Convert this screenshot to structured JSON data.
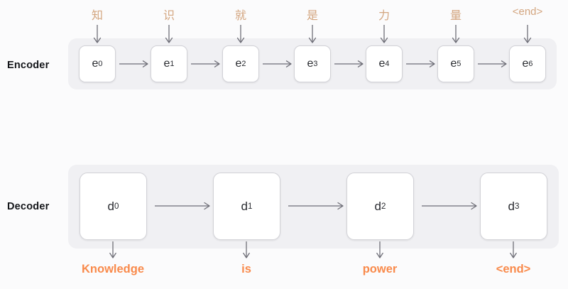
{
  "diagram": {
    "title": "Encoder-Decoder sequence diagram",
    "colors": {
      "background": "#fbfbfc",
      "band": "#f0f0f3",
      "cell_fill": "#ffffff",
      "cell_border": "#d2d2d7",
      "source_token_text": "#d3a57f",
      "output_token_text": "#f98a4b",
      "arrow": "#6e6e77",
      "row_label_text": "#14161a"
    }
  },
  "encoder": {
    "label": "Encoder",
    "source_tokens": [
      "知",
      "识",
      "就",
      "是",
      "力",
      "量",
      "<end>"
    ],
    "cells": [
      {
        "base": "e",
        "sub": "0"
      },
      {
        "base": "e",
        "sub": "1"
      },
      {
        "base": "e",
        "sub": "2"
      },
      {
        "base": "e",
        "sub": "3"
      },
      {
        "base": "e",
        "sub": "4"
      },
      {
        "base": "e",
        "sub": "5"
      },
      {
        "base": "e",
        "sub": "6"
      }
    ]
  },
  "decoder": {
    "label": "Decoder",
    "cells": [
      {
        "base": "d",
        "sub": "0"
      },
      {
        "base": "d",
        "sub": "1"
      },
      {
        "base": "d",
        "sub": "2"
      },
      {
        "base": "d",
        "sub": "3"
      }
    ],
    "output_tokens": [
      "Knowledge",
      "is",
      "power",
      "<end>"
    ]
  }
}
